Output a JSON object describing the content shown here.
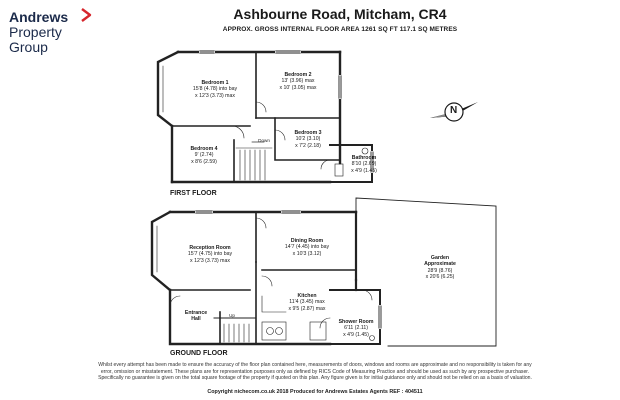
{
  "brand": {
    "line1": "Andrews",
    "line2": "Property",
    "line3": "Group",
    "color": "#1b2a4a",
    "accent": "#d6262d"
  },
  "header": {
    "title": "Ashbourne Road, Mitcham, CR4",
    "subtitle": "APPROX. GROSS INTERNAL FLOOR AREA 1261 SQ FT 117.1 SQ METRES"
  },
  "first_floor": {
    "label": "FIRST FLOOR",
    "down_label": "Down",
    "rooms": [
      {
        "name": "Bedroom 1",
        "dim1": "15'8 (4.78) into bay",
        "dim2": "x 12'3 (3.73) max"
      },
      {
        "name": "Bedroom 2",
        "dim1": "13' (3.96) max",
        "dim2": "x 10' (3.05) max"
      },
      {
        "name": "Bedroom 3",
        "dim1": "10'2 (3.10)",
        "dim2": "x 7'2 (2.18)"
      },
      {
        "name": "Bedroom 4",
        "dim1": "9' (2.74)",
        "dim2": "x 8'6 (2.59)"
      },
      {
        "name": "Bathroom",
        "dim1": "8'10 (2.69)",
        "dim2": "x 4'9 (1.45)"
      }
    ]
  },
  "ground_floor": {
    "label": "GROUND FLOOR",
    "up_label": "Up",
    "rooms": [
      {
        "name": "Reception Room",
        "dim1": "15'7 (4.75) into bay",
        "dim2": "x 12'3 (3.73) max"
      },
      {
        "name": "Dining Room",
        "dim1": "14'7 (4.45) into bay",
        "dim2": "x 10'3 (3.12)"
      },
      {
        "name": "Garden",
        "name2": "Approximate",
        "dim1": "28'9 (8.76)",
        "dim2": "x 20'6 (6.25)"
      },
      {
        "name": "Kitchen",
        "dim1": "11'4 (3.45) max",
        "dim2": "x 9'5 (2.87) max"
      },
      {
        "name": "Entrance",
        "name2": "Hall"
      },
      {
        "name": "Shower Room",
        "dim1": "6'11 (2.11)",
        "dim2": "x 4'9 (1.45)"
      }
    ]
  },
  "compass": {
    "label": "N",
    "icon": "compass-icon"
  },
  "disclaimer": {
    "line1": "Whilst every attempt has been made to ensure the accuracy of the floor plan contained here, measurements of doors, windows and rooms are approximate and no responsibility is taken for any",
    "line2": "error, omission or misstatement. These plans are for representation purposes only as defined by RICS Code of Measuring Practice and should be used as such by any prospective purchaser.",
    "line3": "Specifically no guarantee is given on the total square footage of the property if quoted on this plan. Any figure given is for initial guidance only and should not be relied on as a basis of valuation."
  },
  "footer": {
    "copyright": "Copyright nichecom.co.uk 2018    Produced for Andrews Estates Agents    REF : 404511"
  }
}
